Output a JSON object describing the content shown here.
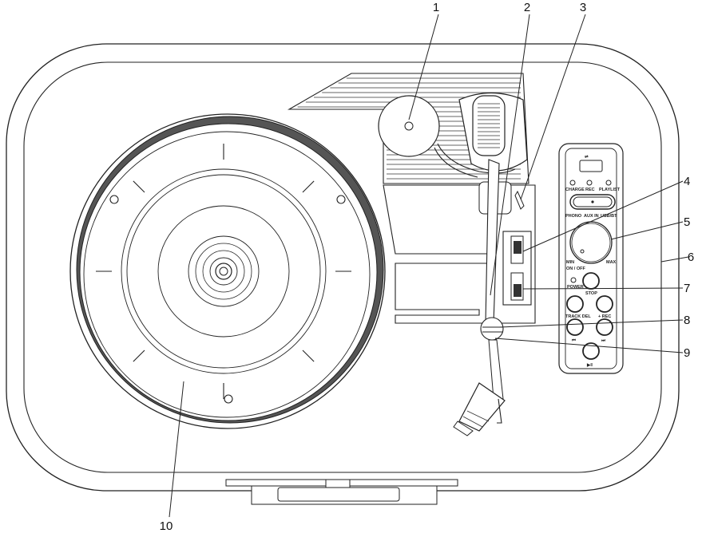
{
  "callouts": [
    {
      "id": "1",
      "label": "1"
    },
    {
      "id": "2",
      "label": "2"
    },
    {
      "id": "3",
      "label": "3"
    },
    {
      "id": "4",
      "label": "4"
    },
    {
      "id": "5",
      "label": "5"
    },
    {
      "id": "6",
      "label": "6"
    },
    {
      "id": "7",
      "label": "7"
    },
    {
      "id": "8",
      "label": "8"
    },
    {
      "id": "9",
      "label": "9"
    },
    {
      "id": "10",
      "label": "10"
    }
  ],
  "panel": {
    "charge": "CHARGE",
    "rec": "REC",
    "playlist": "PLAYLIST",
    "phono": "PHONO",
    "aux": "AUX IN",
    "usb": "USB/BT",
    "min": "MIN",
    "max": "MAX",
    "onoff": "ON / OFF",
    "power": "POWER",
    "stop": "STOP",
    "trackdel": "TRACK DEL",
    "rec2": "+ REC",
    "prev": "⏮",
    "next": "⏭",
    "playpause": "▶‖"
  }
}
